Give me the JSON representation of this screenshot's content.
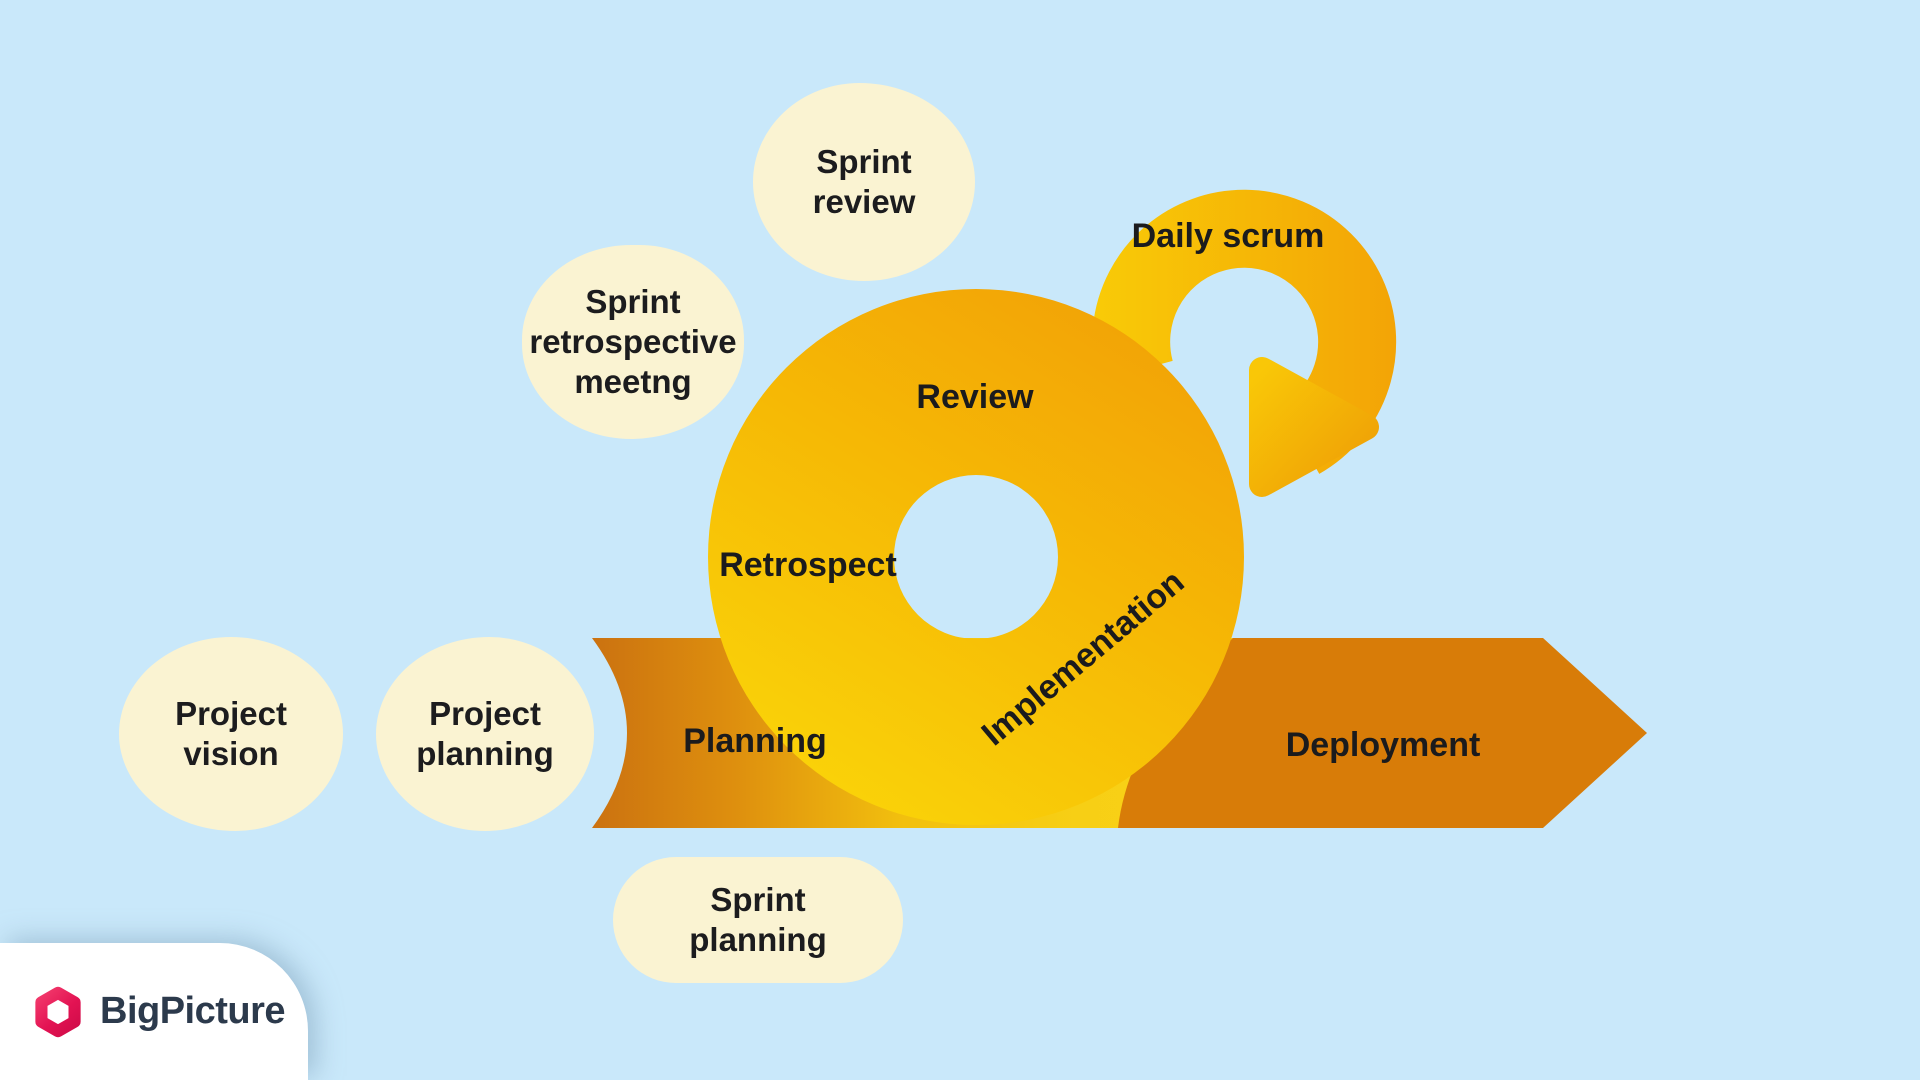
{
  "page": {
    "background_color": "#C9E8FA",
    "text_color": "#1C1C1E"
  },
  "palette": {
    "bubble_fill": "#FAF3D2",
    "donut_amber": "#F2A306",
    "donut_gold": "#FAD409",
    "ring_yellow": "#F9CB07",
    "ring_orange": "#F3A406",
    "banner_dark_left": "#CB7210",
    "banner_gold": "#F8D016",
    "deployment_fill": "#D87C08",
    "logo_red": "#E4134F",
    "logo_text_color": "#2C3A4C"
  },
  "bubbles": {
    "sprint_review": "Sprint review",
    "sprint_retrospective": "Sprint retrospective meetng",
    "project_vision": "Project vision",
    "project_planning": "Project planning",
    "sprint_planning": "Sprint planning"
  },
  "cycle": {
    "review": "Review",
    "retrospect": "Retrospect",
    "implementation": "Implementation",
    "daily_scrum": "Daily scrum"
  },
  "banner": {
    "planning": "Planning",
    "deployment": "Deployment"
  },
  "logo": {
    "text": "BigPicture"
  }
}
